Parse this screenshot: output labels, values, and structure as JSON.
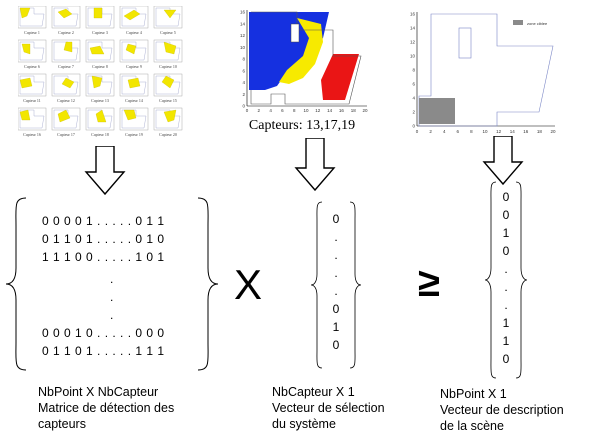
{
  "thumbnails": {
    "labels": [
      "Capteur 1",
      "Capteur 2",
      "Capteur 3",
      "Capteur 4",
      "Capteur 5",
      "Capteur 6",
      "Capteur 7",
      "Capteur 8",
      "Capteur 9",
      "Capteur 10",
      "Capteur 11",
      "Capteur 12",
      "Capteur 13",
      "Capteur 14",
      "Capteur 15",
      "Capteur 16",
      "Capteur 17",
      "Capteur 18",
      "Capteur 19",
      "Capteur 20"
    ],
    "fill_color": "#f2e600"
  },
  "middle_plot": {
    "caption": "Capteurs: 13,17,19",
    "colors": {
      "sensor_a": "#1530e0",
      "sensor_b": "#f7ea00",
      "sensor_c": "#ea1515"
    },
    "y_ticks": [
      "0",
      "2",
      "4",
      "6",
      "8",
      "10",
      "12",
      "14",
      "16"
    ],
    "x_ticks": [
      "0",
      "2",
      "4",
      "6",
      "8",
      "10",
      "12",
      "14",
      "16",
      "18",
      "20"
    ]
  },
  "right_plot": {
    "legend_label": "zone ciblee",
    "y_ticks": [
      "0",
      "2",
      "4",
      "6",
      "8",
      "10",
      "12",
      "14",
      "16"
    ],
    "x_ticks": [
      "0",
      "2",
      "4",
      "6",
      "8",
      "10",
      "12",
      "14",
      "16",
      "18",
      "20"
    ]
  },
  "matrix": {
    "rows": [
      "0 0 0 0 1 . . . . . 0 1 1",
      "0 1 1 0 1 . . . . . 0 1 0",
      "1 1 1 0 0 . . . . . 1 0 1",
      "0 0 0 1 0 . . . . . 0 0 0",
      "0 1 1 0 1 . . . . . 1 1 1"
    ],
    "middle_dots": [
      ".",
      ".",
      "."
    ],
    "caption_lines": [
      "NbPoint  X  NbCapteur",
      "Matrice de détection des",
      "capteurs"
    ]
  },
  "operators": {
    "times": "X",
    "geq": "≥"
  },
  "selection_vector": {
    "values": [
      "0",
      ".",
      ".",
      ".",
      ".",
      "0",
      "1",
      "0"
    ],
    "caption_lines": [
      "NbCapteur  X  1",
      "Vecteur de sélection",
      "du système"
    ]
  },
  "scene_vector": {
    "values": [
      "0",
      "0",
      "1",
      "0",
      ".",
      ".",
      ".",
      "1",
      "1",
      "0"
    ],
    "caption_lines": [
      "NbPoint  X  1",
      "Vecteur de description",
      "de la scène"
    ]
  }
}
